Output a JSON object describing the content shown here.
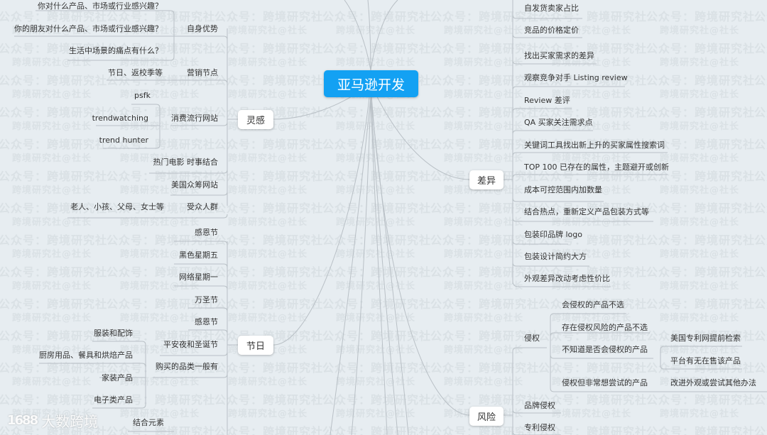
{
  "root": {
    "label": "亚马逊开发",
    "color": "#13a1f3"
  },
  "watermark": {
    "line1": "公众号：跨境研究社",
    "line2": "跨境研究社@社长"
  },
  "logo": {
    "mark": "1688",
    "text": "大数跨境"
  },
  "branches": {
    "inspiration": {
      "label": "灵感",
      "children": {
        "self_advantage": {
          "label": "自身优势",
          "items": [
            "你对什么产品、市场或行业感兴趣？",
            "你的朋友对什么产品、市场或行业感兴趣？",
            "生活中场景的痛点有什么？"
          ]
        },
        "marketing_nodes": {
          "label": "营销节点",
          "items": [
            "节日、返校季等"
          ]
        },
        "trend_sites": {
          "label": "消费流行网站",
          "items": [
            "psfk",
            "trendwatching",
            "trend hunter"
          ]
        },
        "hot_movies": {
          "label": "热门电影 时事结合"
        },
        "crowdfunding": {
          "label": "美国众筹网站"
        },
        "audience": {
          "label": "受众人群",
          "items": [
            "老人、小孩、父母、女士等"
          ]
        }
      }
    },
    "holidays": {
      "label": "节日",
      "children": {
        "thanksgiving1": {
          "label": "感恩节"
        },
        "black_friday": {
          "label": "黑色星期五"
        },
        "cyber_monday": {
          "label": "网络星期一"
        },
        "halloween": {
          "label": "万圣节"
        },
        "thanksgiving2": {
          "label": "感恩节"
        },
        "christmas": {
          "label": "平安夜和圣诞节"
        },
        "categories": {
          "label": "购买的品类一般有",
          "items": [
            "服装和配饰",
            "厨房用品、餐具和烘焙产品",
            "家装产品",
            "电子类产品"
          ]
        },
        "combine": {
          "label": "结合元素"
        }
      }
    },
    "difference": {
      "label": "差异",
      "items_above": [
        "自发货卖家占比",
        "竞品的价格定价"
      ],
      "items": [
        "找出买家需求的差异",
        "观察竞争对手 Listing review",
        "Review 差评",
        "QA 买家关注需求点",
        "关键词工具找出新上升的买家属性搜索词",
        "TOP 100 已存在的属性，主题避开或创新",
        "成本可控范围内加数量",
        "结合热点，重新定义产品包装方式等",
        "包装印品牌 logo",
        "包装设计简约大方",
        "外观差异改动考虑性价比"
      ]
    },
    "risk": {
      "label": "风险",
      "children": {
        "infringement": {
          "label": "侵权",
          "items": [
            {
              "label": "会侵权的产品不选"
            },
            {
              "label": "存在侵权风险的产品不选"
            },
            {
              "label": "不知道是否会侵权的产品",
              "sub": [
                "美国专利网提前检索",
                "平台有无在售该产品"
              ]
            },
            {
              "label": "侵权但非常想尝试的产品",
              "sub": [
                "改进外观或尝试其他办法"
              ]
            }
          ]
        },
        "brand": {
          "label": "品牌侵权"
        },
        "patent": {
          "label": "专利侵权"
        }
      }
    }
  }
}
